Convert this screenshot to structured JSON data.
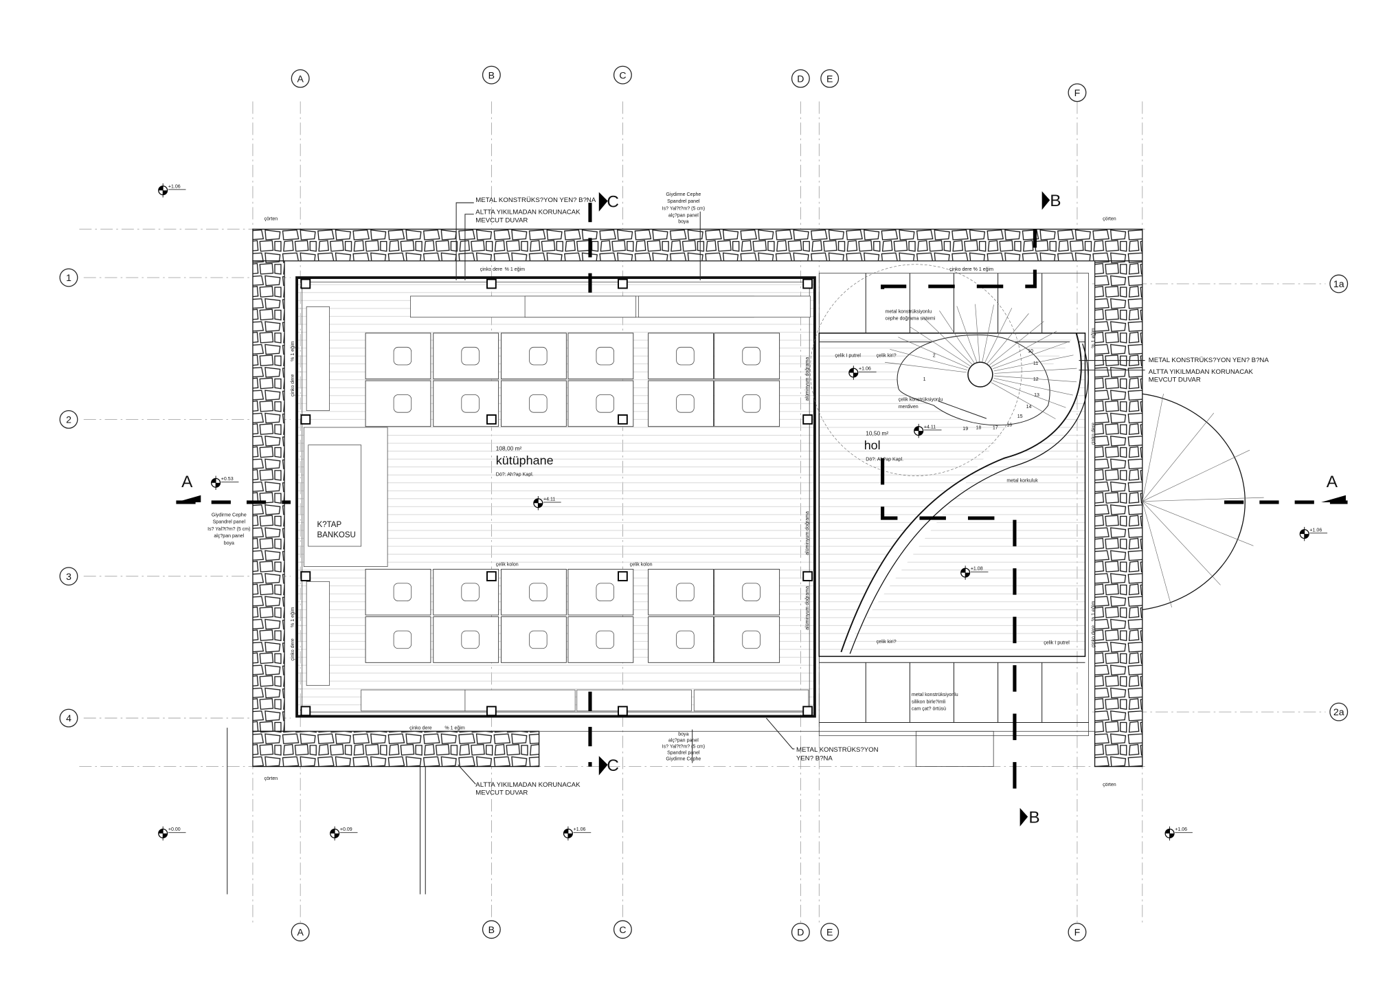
{
  "grid": {
    "columns": [
      "A",
      "B",
      "C",
      "D",
      "E",
      "F"
    ],
    "rows": [
      "1",
      "2",
      "3",
      "4"
    ],
    "rows_right": [
      "1a",
      "2a"
    ]
  },
  "sections": {
    "a": "A",
    "b": "B",
    "c": "C"
  },
  "rooms": {
    "library": {
      "area": "108,00 m²",
      "name": "kütüphane",
      "floor": "Dö?: Ah?ap Kapl."
    },
    "hall": {
      "area": "10,50 m²",
      "name": "hol",
      "floor": "Dö?: Ah?ap Kapl."
    },
    "desk_label_1": "K?TAP",
    "desk_label_2": "BANKOSU"
  },
  "levels": [
    "+1.06",
    "+0.53",
    "+4.11",
    "+1.06",
    "+4.11",
    "+1.08",
    "+1.06",
    "+0.00",
    "+0.09",
    "+1.06",
    "+1.06"
  ],
  "labels": {
    "metal_new_1": "METAL KONSTRÜKS?YON YEN? B?NA",
    "existing_wall_1": "ALTTA YIKILMADAN KORUNACAK",
    "existing_wall_2": "MEVCUT DUVAR",
    "facade_1": "Giydirme Cephe",
    "facade_2": "Spandrel panel",
    "facade_3": "Is? Yal?t?m? (5 cm)",
    "facade_4": "alç?pan panel",
    "facade_5": "boya",
    "gutter": "çinko dere",
    "slope": "% 1 eğim",
    "spout": "çörten",
    "alu": "alüminyum doğrama",
    "steel_column": "çelik kolon",
    "steel_beam": "çelik kiri?",
    "steel_ibeam": "çelik I putrel",
    "stair_1": "çelik konstrüksiyonlu",
    "stair_2": "merdiven",
    "railing": "metal korkuluk",
    "facade_sys_1": "metal konstrüksiyonlu",
    "facade_sys_2": "cephe doğrama sistemi",
    "roof_1": "metal konstrüksiyonlu",
    "roof_2": "silikon birle?imli",
    "roof_3": "cam çat? örtüsü",
    "metal_new_2a": "METAL KONSTRÜKS?YON",
    "metal_new_2b": "YEN? B?NA"
  },
  "stair_steps": [
    "1",
    "2",
    "10",
    "11",
    "12",
    "13",
    "14",
    "15",
    "16",
    "17",
    "18",
    "19"
  ]
}
